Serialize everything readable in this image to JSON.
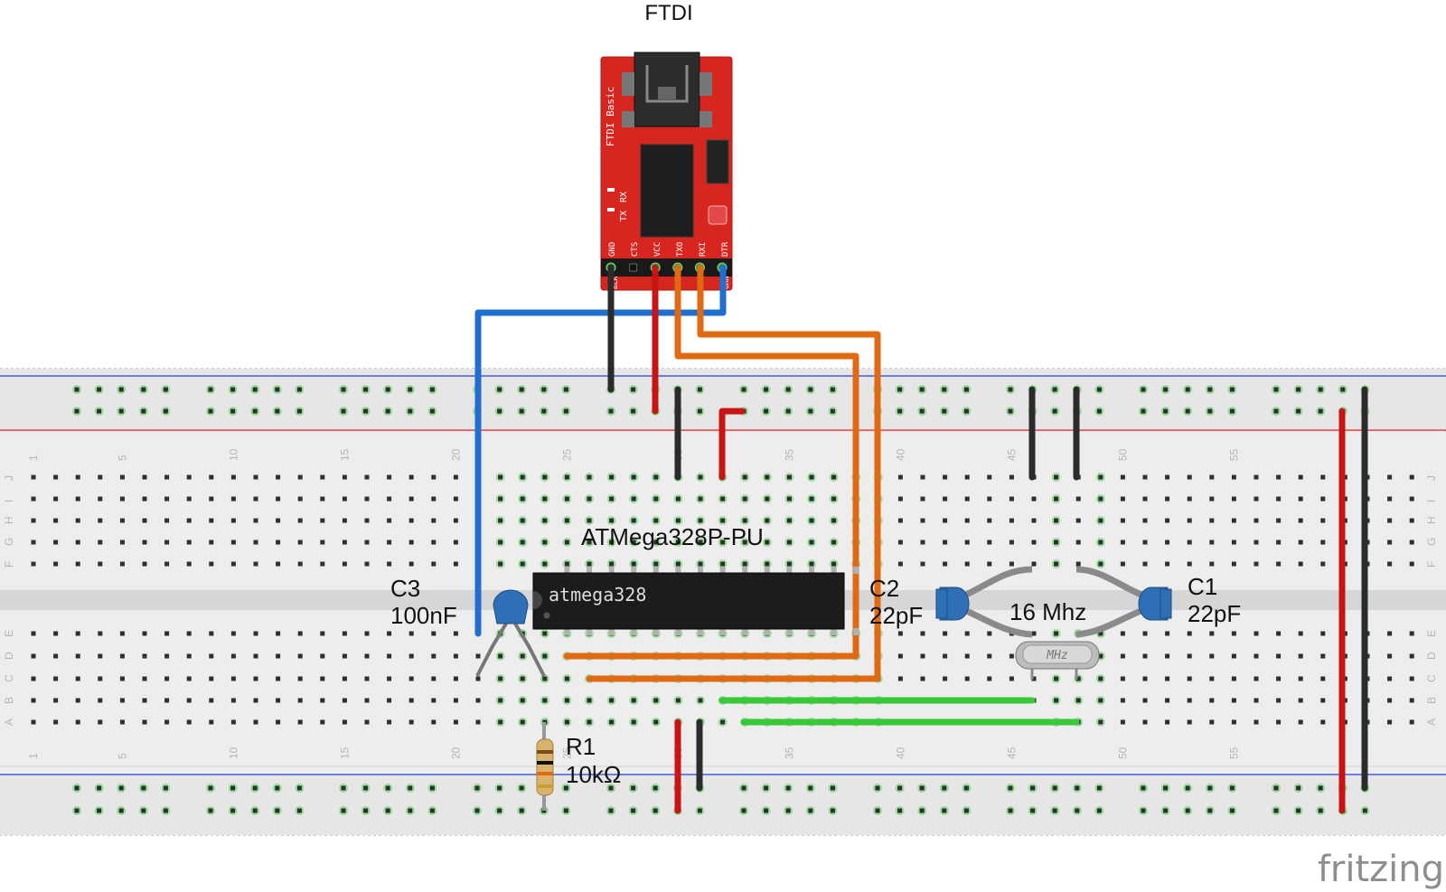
{
  "ftdi": {
    "title": "FTDI",
    "board_label": "FTDI Basic",
    "tx_label": "TX",
    "rx_label": "RX",
    "pins": [
      "GND",
      "CTS",
      "VCC",
      "TXO",
      "RXI",
      "DTR"
    ],
    "pin_side_left": "BLK",
    "pin_side_right": "GRN"
  },
  "chip": {
    "title": "ATMega328P-PU",
    "marking": "atmega328"
  },
  "components": {
    "c3": {
      "name": "C3",
      "value": "100nF"
    },
    "c2": {
      "name": "C2",
      "value": "22pF"
    },
    "c1": {
      "name": "C1",
      "value": "22pF"
    },
    "crystal": {
      "name": "16 Mhz",
      "marking": "MHz"
    },
    "r1": {
      "name": "R1",
      "value": "10kΩ"
    }
  },
  "breadboard": {
    "column_numbers_top": [
      "1",
      "5",
      "10",
      "15",
      "20",
      "25",
      "30",
      "35",
      "40",
      "45",
      "50",
      "55"
    ],
    "column_numbers_bottom": [
      "1",
      "5",
      "10",
      "15",
      "20",
      "25",
      "30",
      "35",
      "40",
      "45",
      "50",
      "55"
    ],
    "row_letters_top": [
      "J",
      "I",
      "H",
      "G",
      "F"
    ],
    "row_letters_bottom": [
      "E",
      "D",
      "C",
      "B",
      "A"
    ]
  },
  "colors": {
    "board": "#e9e9e9",
    "rail_red": "#e02020",
    "rail_blue": "#2040e0",
    "ftdi_red": "#d6261f",
    "wire_blue": "#1f6fd1",
    "wire_black": "#2b2b2b",
    "wire_red": "#c81414",
    "wire_orange": "#e06a12",
    "wire_green": "#38c838",
    "capacitor": "#2f6fb5",
    "chip": "#1c1c1c"
  },
  "watermark": "fritzing"
}
